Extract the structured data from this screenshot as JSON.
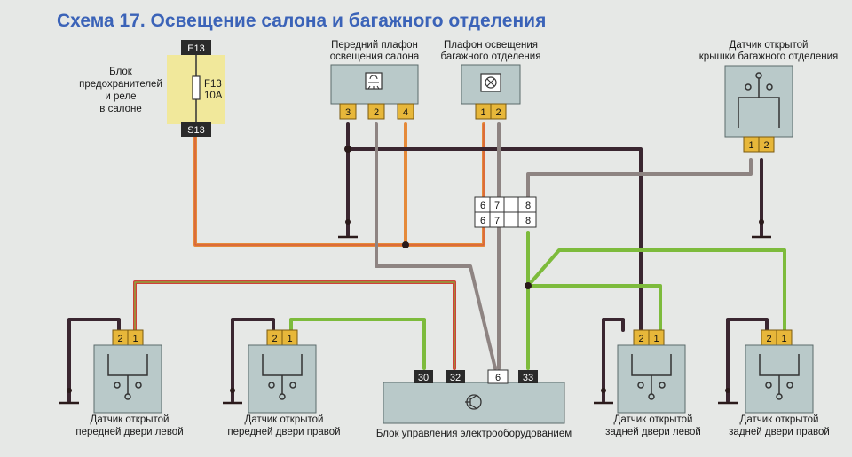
{
  "title": "Схема 17. Освещение салона и багажного отделения",
  "fuse_block": {
    "label_lines": [
      "Блок",
      "предохранителей",
      "и реле",
      "в салоне"
    ],
    "top_connector": "E13",
    "bottom_connector": "S13",
    "fuse_lines": [
      "F13",
      "10A"
    ]
  },
  "front_lamp": {
    "label_lines": [
      "Передний плафон",
      "освещения салона"
    ],
    "pins": [
      "3",
      "2",
      "4"
    ]
  },
  "trunk_lamp": {
    "label_lines": [
      "Плафон освещения",
      "багажного отделения"
    ],
    "pins": [
      "1",
      "2"
    ]
  },
  "trunk_sensor": {
    "label_lines": [
      "Датчик открытой",
      "крышки багажного отделения"
    ],
    "pins": [
      "1",
      "2"
    ]
  },
  "junction": {
    "top_pins": [
      "6",
      "7",
      "8"
    ],
    "bottom_pins": [
      "6",
      "7",
      "8"
    ]
  },
  "control_unit": {
    "label": "Блок управления электрооборудованием",
    "pins": [
      "30",
      "32",
      "6",
      "33"
    ]
  },
  "door_sensors": [
    {
      "label_lines": [
        "Датчик открытой",
        "передней двери левой"
      ],
      "pins": [
        "2",
        "1"
      ]
    },
    {
      "label_lines": [
        "Датчик открытой",
        "передней двери правой"
      ],
      "pins": [
        "2",
        "1"
      ]
    },
    {
      "label_lines": [
        "Датчик открытой",
        "задней двери левой"
      ],
      "pins": [
        "2",
        "1"
      ]
    },
    {
      "label_lines": [
        "Датчик открытой",
        "задней двери правой"
      ],
      "pins": [
        "2",
        "1"
      ]
    }
  ],
  "colors": {
    "title": "#3b63b8",
    "component": "#b9c9c9",
    "pin": "#e7b73a",
    "fuse_block": "#f1e89b",
    "wire_black": "#3a2630",
    "wire_gray": "#8e8482",
    "wire_orange": "#e58a3a",
    "wire_green": "#7dbb3c",
    "wire_red": "#d0403a"
  }
}
